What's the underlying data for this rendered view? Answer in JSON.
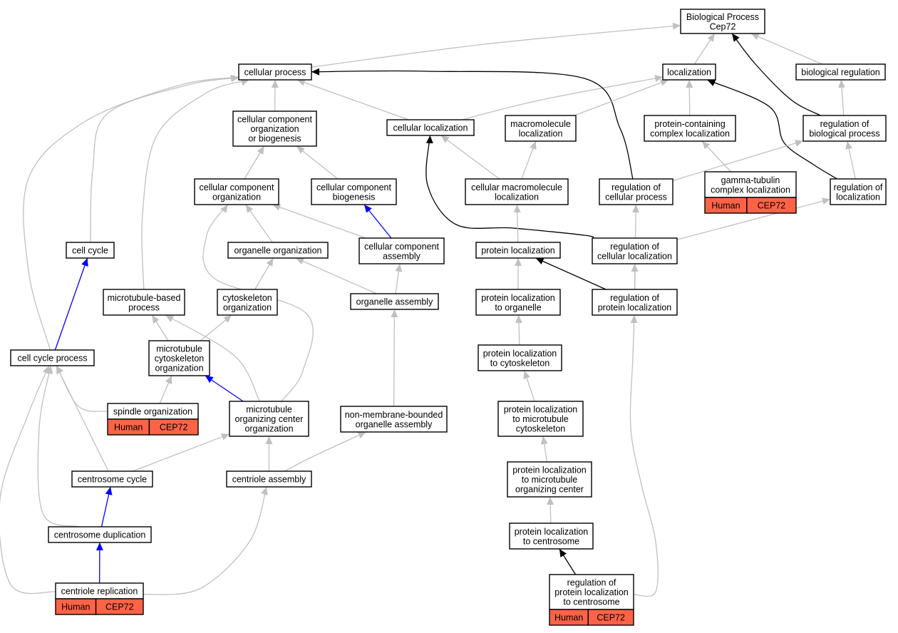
{
  "colors": {
    "is_a_edge": "#c0c0c0",
    "part_of_edge": "#0000ff",
    "regulates_edge": "#000000",
    "annotation_tag": "#ff6347"
  },
  "nodes": [
    {
      "id": "bp",
      "lines": [
        "Biological Process",
        "Cep72"
      ]
    },
    {
      "id": "cellular_process",
      "lines": [
        "cellular process"
      ]
    },
    {
      "id": "localization",
      "lines": [
        "localization"
      ]
    },
    {
      "id": "biological_regulation",
      "lines": [
        "biological regulation"
      ]
    },
    {
      "id": "ccob",
      "lines": [
        "cellular component",
        "organization",
        "or biogenesis"
      ]
    },
    {
      "id": "cellular_localization",
      "lines": [
        "cellular localization"
      ]
    },
    {
      "id": "macromolecule_localization",
      "lines": [
        "macromolecule",
        "localization"
      ]
    },
    {
      "id": "protein_complex_localization",
      "lines": [
        "protein-containing",
        "complex localization"
      ]
    },
    {
      "id": "reg_biological_process",
      "lines": [
        "regulation of",
        "biological process"
      ]
    },
    {
      "id": "cc_organization",
      "lines": [
        "cellular component",
        "organization"
      ]
    },
    {
      "id": "cc_biogenesis",
      "lines": [
        "cellular component",
        "biogenesis"
      ]
    },
    {
      "id": "cellular_macromolecule_localization",
      "lines": [
        "cellular macromolecule",
        "localization"
      ]
    },
    {
      "id": "reg_cellular_process",
      "lines": [
        "regulation of",
        "cellular process"
      ]
    },
    {
      "id": "gamma_tubulin",
      "lines": [
        "gamma-tubulin",
        "complex localization"
      ],
      "tags": [
        "Human",
        "CEP72"
      ]
    },
    {
      "id": "reg_localization",
      "lines": [
        "regulation of",
        "localization"
      ]
    },
    {
      "id": "cell_cycle",
      "lines": [
        "cell cycle"
      ]
    },
    {
      "id": "organelle_organization",
      "lines": [
        "organelle organization"
      ]
    },
    {
      "id": "cc_assembly",
      "lines": [
        "cellular component",
        "assembly"
      ]
    },
    {
      "id": "protein_localization",
      "lines": [
        "protein localization"
      ]
    },
    {
      "id": "reg_cellular_localization",
      "lines": [
        "regulation of",
        "cellular localization"
      ]
    },
    {
      "id": "microtubule_based_process",
      "lines": [
        "microtubule-based",
        "process"
      ]
    },
    {
      "id": "cytoskeleton_organization",
      "lines": [
        "cytoskeleton",
        "organization"
      ]
    },
    {
      "id": "organelle_assembly",
      "lines": [
        "organelle assembly"
      ]
    },
    {
      "id": "protein_loc_organelle",
      "lines": [
        "protein localization",
        "to organelle"
      ]
    },
    {
      "id": "reg_protein_localization",
      "lines": [
        "regulation of",
        "protein localization"
      ]
    },
    {
      "id": "cell_cycle_process",
      "lines": [
        "cell cycle process"
      ]
    },
    {
      "id": "mt_cytoskeleton_org",
      "lines": [
        "microtubule",
        "cytoskeleton",
        "organization"
      ]
    },
    {
      "id": "protein_loc_cytoskeleton",
      "lines": [
        "protein localization",
        "to cytoskeleton"
      ]
    },
    {
      "id": "spindle_organization",
      "lines": [
        "spindle organization"
      ],
      "tags": [
        "Human",
        "CEP72"
      ]
    },
    {
      "id": "mtoc_organization",
      "lines": [
        "microtubule",
        "organizing center",
        "organization"
      ]
    },
    {
      "id": "non_membrane_organelle_assembly",
      "lines": [
        "non-membrane-bounded",
        "organelle assembly"
      ]
    },
    {
      "id": "protein_loc_mt_cytoskeleton",
      "lines": [
        "protein localization",
        "to microtubule",
        "cytoskeleton"
      ]
    },
    {
      "id": "centrosome_cycle",
      "lines": [
        "centrosome cycle"
      ]
    },
    {
      "id": "centriole_assembly",
      "lines": [
        "centriole assembly"
      ]
    },
    {
      "id": "protein_loc_mtoc",
      "lines": [
        "protein localization",
        "to microtubule",
        "organizing center"
      ]
    },
    {
      "id": "centrosome_duplication",
      "lines": [
        "centrosome duplication"
      ]
    },
    {
      "id": "protein_loc_centrosome",
      "lines": [
        "protein localization",
        "to centrosome"
      ]
    },
    {
      "id": "centriole_replication",
      "lines": [
        "centriole replication"
      ],
      "tags": [
        "Human",
        "CEP72"
      ]
    },
    {
      "id": "reg_protein_loc_centrosome",
      "lines": [
        "regulation of",
        "protein localization",
        "to centrosome"
      ],
      "tags": [
        "Human",
        "CEP72"
      ]
    }
  ],
  "edges": [
    {
      "from": "cellular_process",
      "to": "bp",
      "type": "is_a"
    },
    {
      "from": "localization",
      "to": "bp",
      "type": "is_a"
    },
    {
      "from": "biological_regulation",
      "to": "bp",
      "type": "is_a"
    },
    {
      "from": "reg_biological_process",
      "to": "bp",
      "type": "regulates"
    },
    {
      "from": "ccob",
      "to": "cellular_process",
      "type": "is_a"
    },
    {
      "from": "cellular_localization",
      "to": "cellular_process",
      "type": "is_a"
    },
    {
      "from": "cellular_localization",
      "to": "localization",
      "type": "is_a"
    },
    {
      "from": "reg_cellular_process",
      "to": "cellular_process",
      "type": "regulates"
    },
    {
      "from": "cell_cycle",
      "to": "cellular_process",
      "type": "is_a"
    },
    {
      "from": "cell_cycle_process",
      "to": "cellular_process",
      "type": "is_a"
    },
    {
      "from": "microtubule_based_process",
      "to": "cellular_process",
      "type": "is_a"
    },
    {
      "from": "macromolecule_localization",
      "to": "localization",
      "type": "is_a"
    },
    {
      "from": "protein_complex_localization",
      "to": "localization",
      "type": "is_a"
    },
    {
      "from": "reg_localization",
      "to": "localization",
      "type": "regulates"
    },
    {
      "from": "reg_biological_process",
      "to": "biological_regulation",
      "type": "is_a"
    },
    {
      "from": "cc_organization",
      "to": "ccob",
      "type": "is_a"
    },
    {
      "from": "cc_biogenesis",
      "to": "ccob",
      "type": "is_a"
    },
    {
      "from": "cellular_macromolecule_localization",
      "to": "cellular_localization",
      "type": "is_a"
    },
    {
      "from": "reg_cellular_localization",
      "to": "cellular_localization",
      "type": "regulates"
    },
    {
      "from": "cellular_macromolecule_localization",
      "to": "macromolecule_localization",
      "type": "is_a"
    },
    {
      "from": "gamma_tubulin",
      "to": "protein_complex_localization",
      "type": "is_a"
    },
    {
      "from": "reg_cellular_process",
      "to": "reg_biological_process",
      "type": "is_a"
    },
    {
      "from": "reg_localization",
      "to": "reg_biological_process",
      "type": "is_a"
    },
    {
      "from": "organelle_organization",
      "to": "cc_organization",
      "type": "is_a"
    },
    {
      "from": "cc_assembly",
      "to": "cc_organization",
      "type": "is_a"
    },
    {
      "from": "mtoc_organization",
      "to": "cc_organization",
      "type": "is_a"
    },
    {
      "from": "cc_assembly",
      "to": "cc_biogenesis",
      "type": "part_of"
    },
    {
      "from": "protein_localization",
      "to": "cellular_macromolecule_localization",
      "type": "is_a"
    },
    {
      "from": "reg_protein_localization",
      "to": "reg_cellular_process",
      "type": "is_a"
    },
    {
      "from": "reg_cellular_localization",
      "to": "reg_localization",
      "type": "is_a"
    },
    {
      "from": "cell_cycle_process",
      "to": "cell_cycle",
      "type": "part_of"
    },
    {
      "from": "cytoskeleton_organization",
      "to": "organelle_organization",
      "type": "is_a"
    },
    {
      "from": "organelle_assembly",
      "to": "organelle_organization",
      "type": "is_a"
    },
    {
      "from": "organelle_assembly",
      "to": "cc_assembly",
      "type": "is_a"
    },
    {
      "from": "protein_loc_organelle",
      "to": "protein_localization",
      "type": "is_a"
    },
    {
      "from": "reg_protein_localization",
      "to": "protein_localization",
      "type": "regulates"
    },
    {
      "from": "reg_protein_localization",
      "to": "reg_cellular_localization",
      "type": "is_a"
    },
    {
      "from": "mt_cytoskeleton_org",
      "to": "microtubule_based_process",
      "type": "is_a"
    },
    {
      "from": "mtoc_organization",
      "to": "microtubule_based_process",
      "type": "is_a"
    },
    {
      "from": "mt_cytoskeleton_org",
      "to": "cytoskeleton_organization",
      "type": "is_a"
    },
    {
      "from": "non_membrane_organelle_assembly",
      "to": "organelle_assembly",
      "type": "is_a"
    },
    {
      "from": "protein_loc_cytoskeleton",
      "to": "protein_loc_organelle",
      "type": "is_a"
    },
    {
      "from": "reg_protein_loc_centrosome",
      "to": "reg_protein_localization",
      "type": "is_a"
    },
    {
      "from": "spindle_organization",
      "to": "cell_cycle_process",
      "type": "is_a"
    },
    {
      "from": "centrosome_cycle",
      "to": "cell_cycle_process",
      "type": "is_a"
    },
    {
      "from": "centrosome_duplication",
      "to": "cell_cycle_process",
      "type": "is_a"
    },
    {
      "from": "centriole_replication",
      "to": "cell_cycle_process",
      "type": "is_a"
    },
    {
      "from": "spindle_organization",
      "to": "mt_cytoskeleton_org",
      "type": "is_a"
    },
    {
      "from": "mtoc_organization",
      "to": "mt_cytoskeleton_org",
      "type": "part_of"
    },
    {
      "from": "protein_loc_mt_cytoskeleton",
      "to": "protein_loc_cytoskeleton",
      "type": "is_a"
    },
    {
      "from": "centrosome_cycle",
      "to": "mtoc_organization",
      "type": "is_a"
    },
    {
      "from": "centriole_assembly",
      "to": "mtoc_organization",
      "type": "is_a"
    },
    {
      "from": "centriole_assembly",
      "to": "non_membrane_organelle_assembly",
      "type": "is_a"
    },
    {
      "from": "protein_loc_mtoc",
      "to": "protein_loc_mt_cytoskeleton",
      "type": "is_a"
    },
    {
      "from": "centrosome_duplication",
      "to": "centrosome_cycle",
      "type": "part_of"
    },
    {
      "from": "centriole_replication",
      "to": "centriole_assembly",
      "type": "is_a"
    },
    {
      "from": "protein_loc_centrosome",
      "to": "protein_loc_mtoc",
      "type": "is_a"
    },
    {
      "from": "centriole_replication",
      "to": "centrosome_duplication",
      "type": "part_of"
    },
    {
      "from": "reg_protein_loc_centrosome",
      "to": "protein_loc_centrosome",
      "type": "regulates"
    }
  ]
}
